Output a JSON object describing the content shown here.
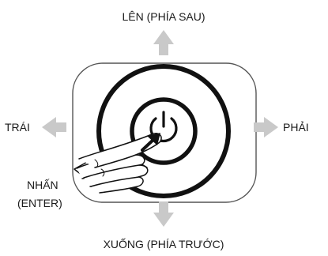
{
  "labels": {
    "up": "LÊN (PHÍA SAU)",
    "down": "XUỐNG  (PHÍA TRƯỚC)",
    "left": "TRÁI",
    "right": "PHẢI",
    "press_line1": "NHẤN",
    "press_line2": "(ENTER)"
  },
  "icons": {
    "center": "power-icon",
    "hand": "hand-pressing-icon",
    "arrows": "gray-block-arrow-icon"
  },
  "colors": {
    "arrow": "#c9c9c9",
    "frame": "#555555",
    "ring": "#111111",
    "text": "#1a1a1a"
  }
}
